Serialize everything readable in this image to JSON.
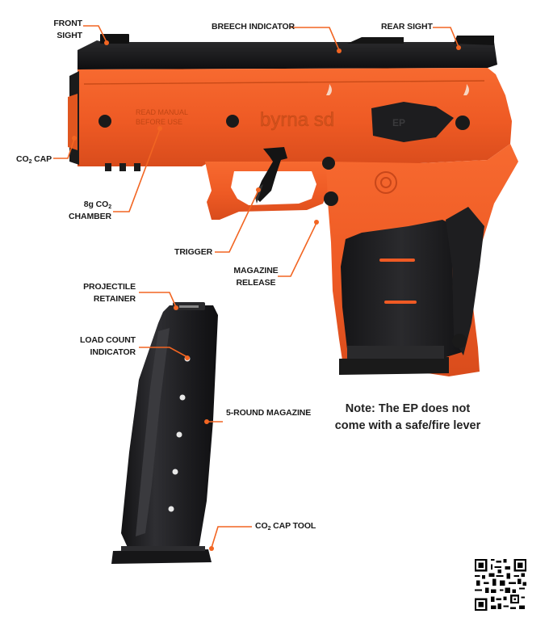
{
  "labels": {
    "front_sight": [
      "FRONT",
      "SIGHT"
    ],
    "breech_indicator": "BREECH INDICATOR",
    "rear_sight": "REAR SIGHT",
    "co2_cap": {
      "pre": "CO",
      "sub": "2",
      "post": " CAP"
    },
    "co2_chamber": {
      "line1_pre": "8g CO",
      "line1_sub": "2",
      "line2": "CHAMBER"
    },
    "trigger": "TRIGGER",
    "magazine_release": [
      "MAGAZINE",
      "RELEASE"
    ],
    "projectile_retainer": [
      "PROJECTILE",
      "RETAINER"
    ],
    "load_count_indicator": [
      "LOAD COUNT",
      "INDICATOR"
    ],
    "five_round_magazine": "5-ROUND MAGAZINE",
    "co2_cap_tool": {
      "pre": "CO",
      "sub": "2",
      "post": " CAP TOOL"
    }
  },
  "pistol_text": {
    "brand": "byrna sd",
    "warning": [
      "READ MANUAL",
      "BEFORE USE"
    ],
    "selector": "EP"
  },
  "note": [
    "Note: The EP does not",
    "come with a safe/fire lever"
  ],
  "colors": {
    "accent_orange": "#f26522",
    "frame_orange": "#ef5a24",
    "polymer_black": "#1c1c1e",
    "text": "#1a1a1a"
  }
}
